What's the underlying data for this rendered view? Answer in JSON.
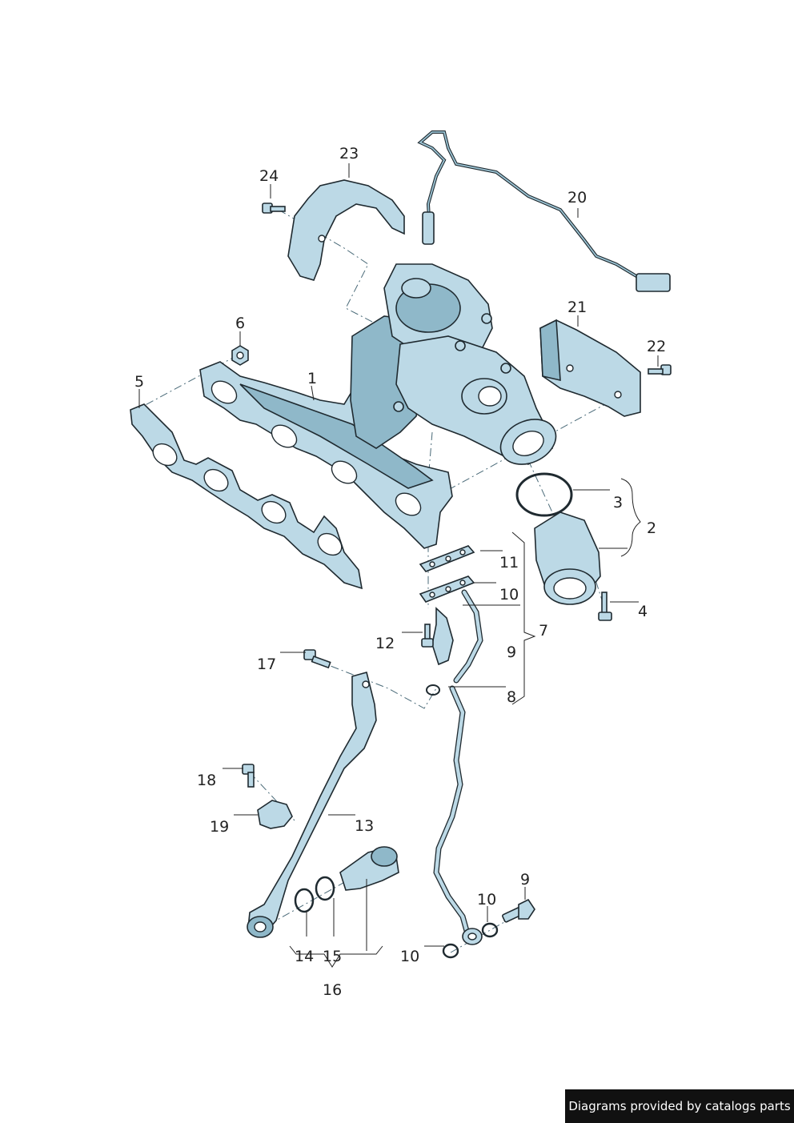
{
  "callouts": [
    {
      "id": "1",
      "text": "1"
    },
    {
      "id": "2",
      "text": "2"
    },
    {
      "id": "3",
      "text": "3"
    },
    {
      "id": "4",
      "text": "4"
    },
    {
      "id": "5",
      "text": "5"
    },
    {
      "id": "6",
      "text": "6"
    },
    {
      "id": "7",
      "text": "7"
    },
    {
      "id": "8",
      "text": "8"
    },
    {
      "id": "9a",
      "text": "9"
    },
    {
      "id": "9b",
      "text": "9"
    },
    {
      "id": "10a",
      "text": "10"
    },
    {
      "id": "10b",
      "text": "10"
    },
    {
      "id": "10c",
      "text": "10"
    },
    {
      "id": "11",
      "text": "11"
    },
    {
      "id": "12",
      "text": "12"
    },
    {
      "id": "13",
      "text": "13"
    },
    {
      "id": "14",
      "text": "14"
    },
    {
      "id": "15",
      "text": "15"
    },
    {
      "id": "16",
      "text": "16"
    },
    {
      "id": "17",
      "text": "17"
    },
    {
      "id": "18",
      "text": "18"
    },
    {
      "id": "19",
      "text": "19"
    },
    {
      "id": "20",
      "text": "20"
    },
    {
      "id": "21",
      "text": "21"
    },
    {
      "id": "22",
      "text": "22"
    },
    {
      "id": "23",
      "text": "23"
    },
    {
      "id": "24",
      "text": "24"
    }
  ],
  "footer": {
    "text": "Diagrams provided by catalogs parts"
  },
  "colors": {
    "part_fill": "#bcd9e6",
    "outline": "#1f2a30",
    "footer_bg": "#111111"
  }
}
